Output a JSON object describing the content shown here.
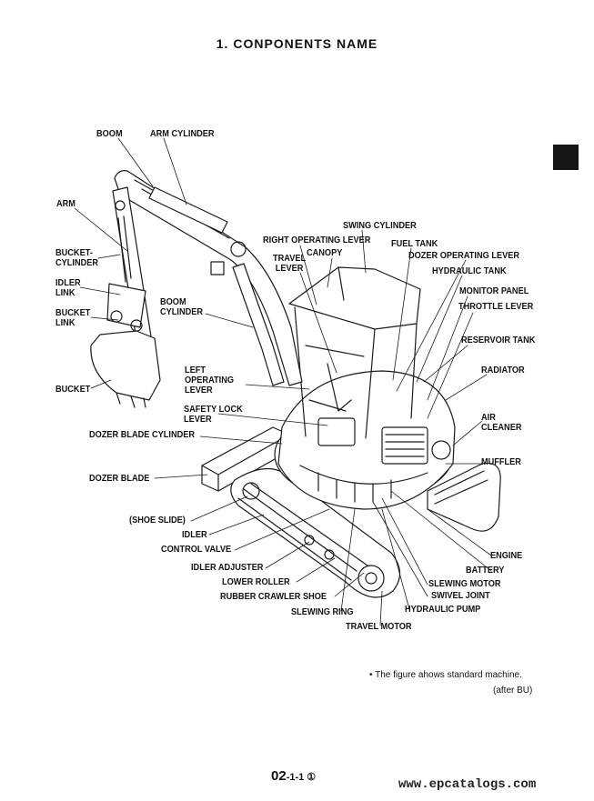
{
  "page": {
    "title": "1. CONPONENTS NAME",
    "note_line1": "• The figure ahows standard machine.",
    "note_line2": "(after BU)",
    "page_number_main": "02",
    "page_number_sub": "-1-1 ①",
    "watermark": "www.epcatalogs.com"
  },
  "figure": {
    "labels": {
      "boom": "BOOM",
      "arm_cylinder": "ARM CYLINDER",
      "arm": "ARM",
      "bucket_cylinder": "BUCKET-\nCYLINDER",
      "idler_link": "IDLER\nLINK",
      "bucket_link": "BUCKET\nLINK",
      "bucket": "BUCKET",
      "boom_cylinder": "BOOM\nCYLINDER",
      "swing_cylinder": "SWING CYLINDER",
      "right_operating_lever": "RIGHT OPERATING LEVER",
      "fuel_tank": "FUEL TANK",
      "canopy": "CANOPY",
      "travel_lever": "TRAVEL\nLEVER",
      "dozer_operating_lever": "DOZER OPERATING LEVER",
      "hydraulic_tank": "HYDRAULIC TANK",
      "monitor_panel": "MONITOR PANEL",
      "throttle_lever": "THROTTLE LEVER",
      "reservoir_tank": "RESERVOIR TANK",
      "radiator": "RADIATOR",
      "left_operating_lever": "LEFT\nOPERATING\nLEVER",
      "safety_lock_lever": "SAFETY LOCK\nLEVER",
      "air_cleaner": "AIR\nCLEANER",
      "dozer_blade_cylinder": "DOZER BLADE CYLINDER",
      "muffler": "MUFFLER",
      "dozer_blade": "DOZER BLADE",
      "shoe_slide": "(SHOE SLIDE)",
      "idler": "IDLER",
      "control_valve": "CONTROL VALVE",
      "engine": "ENGINE",
      "idler_adjuster": "IDLER ADJUSTER",
      "battery": "BATTERY",
      "lower_roller": "LOWER ROLLER",
      "slewing_motor": "SLEWING MOTOR",
      "rubber_crawler_shoe": "RUBBER CRAWLER SHOE",
      "swivel_joint": "SWIVEL JOINT",
      "slewing_ring": "SLEWING RING",
      "hydraulic_pump": "HYDRAULIC PUMP",
      "travel_motor": "TRAVEL MOTOR"
    }
  }
}
